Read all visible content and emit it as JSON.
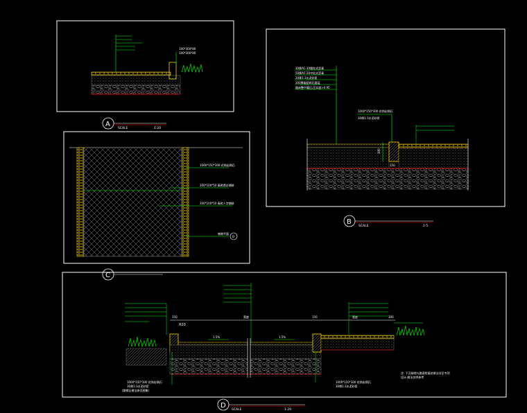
{
  "colors": {
    "background": "#000000",
    "frame": "#ffffff",
    "leader": "#00ff00",
    "paving": "#ffd700",
    "rubble": "#c8c8c8",
    "cut": "#ff0000",
    "grass": "#00cc00"
  },
  "panels": {
    "A": {
      "label": "A",
      "scale_label": "SCALE",
      "scale_value": "1:20",
      "note_right_1": "100*300*80",
      "note_right_2": "100*300*80"
    },
    "B": {
      "label": "B",
      "scale_label": "SCALE",
      "scale_value": "1:5",
      "layer_1": "30厚AC-10细粒式沥青",
      "layer_2": "50厚AC-20中粒式沥青",
      "layer_3": "20厚1:3水泥砂浆",
      "layer_4": "200厚级配碎石基层",
      "layer_5": "路床整平碾压,压实度>0.95",
      "curb_note_1": "1000*150*300 花岗岩侧石",
      "curb_note_2": "30厚1:3水泥砂浆",
      "dim_1": "300",
      "dim_2": "150"
    },
    "C": {
      "label": "C",
      "note_1": "1000*150*300 花岗岩侧石",
      "note_2": "200*100*50 青砖透水铺装",
      "note_3": "200*100*50 青砖人字铺装",
      "note_4": "铺装平面",
      "marker": "D"
    },
    "D": {
      "label": "D",
      "scale_label": "SCALE",
      "scale_value": "1:20",
      "dim_left": "150",
      "dim_mid": "宽度",
      "dim_right_1": "150",
      "dim_right_2": "宽度",
      "dim_right_3": "300",
      "radius": "R20",
      "slope_1": "1.5%",
      "slope_2": "1.5%",
      "note_bl_1": "1000*150*300 花岗岩侧石",
      "note_bl_2": "30厚1:3水泥砂浆",
      "note_bl_3": "(路缘石做法参见图集)",
      "note_bc_1": "1000*150*300 花岗岩侧石",
      "note_bc_2": "30厚1:3水泥砂浆",
      "note_r_1": "注: 下沉绿地与路面衔接处做法详见专项",
      "note_r_2": "设计,做法仅供参考"
    }
  }
}
